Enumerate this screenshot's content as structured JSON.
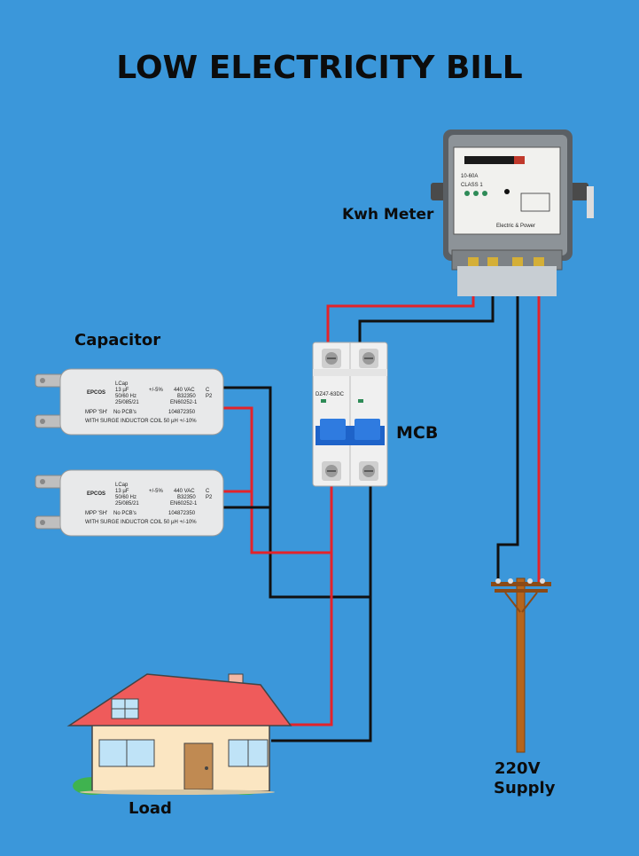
{
  "title": "LOW ELECTRICITY BILL",
  "labels": {
    "meter": "Kwh Meter",
    "capacitor": "Capacitor",
    "mcb": "MCB",
    "load": "Load",
    "supply_line1": "220V",
    "supply_line2": "Supply"
  },
  "capacitor_print": {
    "brand": "EPCOS",
    "line1": "LCap",
    "line2": "13 µF",
    "line3": "50/60 Hz",
    "line4": "25/085/21",
    "tol": "+/-5%",
    "vac": "440 VAC",
    "code": "B32350",
    "std": "EN60252-1",
    "mpp": "MPP 'SH'",
    "pcb": "No PCB's",
    "batch": "104872350",
    "c": "C",
    "p2": "P2",
    "surge": "WITH SURGE INDUCTOR COIL 50 µH +/-10%"
  },
  "mcb_print": {
    "model": "DZ47-63DC"
  },
  "meter_print": {
    "rating": "10-60A",
    "class": "CLASS 1",
    "footer": "Electric & Power"
  },
  "colors": {
    "background": "#3b97da",
    "live_wire": "#e3232a",
    "neutral_wire": "#111111",
    "roof": "#ef5b5b",
    "pole": "#b5651d"
  }
}
